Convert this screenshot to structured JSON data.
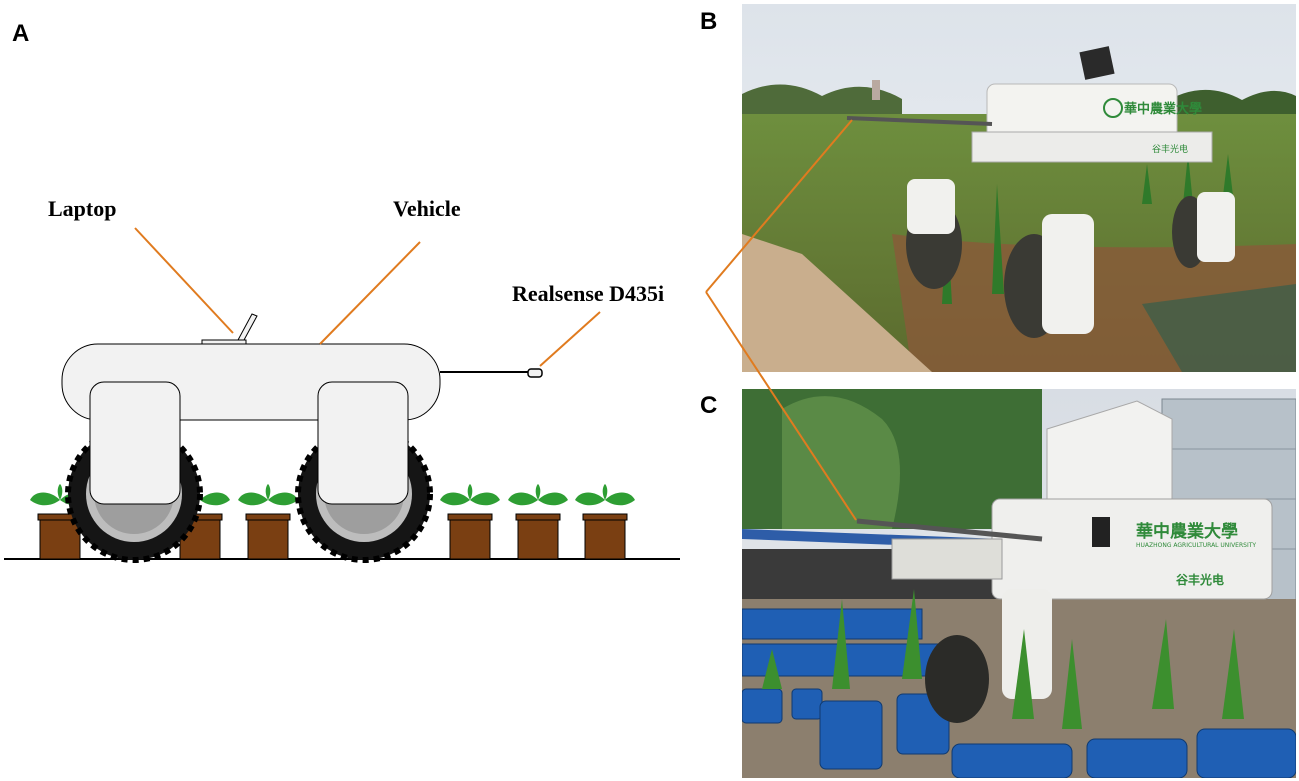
{
  "panels": {
    "a": "A",
    "b": "B",
    "c": "C"
  },
  "labels": {
    "laptop": "Laptop",
    "vehicle": "Vehicle",
    "camera": "Realsense D435i"
  },
  "photo_text": {
    "university_cn": "華中農業大學",
    "university_en": "HUAZHONG AGRICULTURAL UNIVERSITY",
    "brand_cn": "谷丰光电"
  },
  "colors": {
    "leader_line": "#E07B1F",
    "leaf": "#2E9E33",
    "pot": "#7A3F12",
    "tire": "#151515",
    "body": "#F2F2F2"
  }
}
